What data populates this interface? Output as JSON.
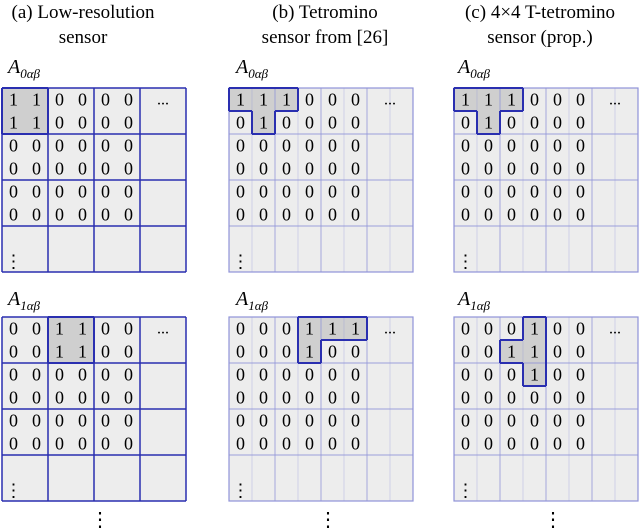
{
  "columns": [
    {
      "title_line1": "(a) Low-resolution",
      "title_line2": "sensor"
    },
    {
      "title_line1": "(b) Tetromino",
      "title_line2": "sensor from [26]"
    },
    {
      "title_line1": "(c) 4×4 T-tetromino",
      "title_line2": "sensor (prop.)"
    }
  ],
  "matrix_labels": [
    {
      "base": "A",
      "sub": "0αβ"
    },
    {
      "base": "A",
      "sub": "1αβ"
    }
  ],
  "ellipsis_h": "...",
  "ellipsis_v": "⋮",
  "panels": {
    "a0": [
      "1 1 0 0 0 0",
      "1 1 0 0 0 0",
      "0 0 0 0 0 0",
      "0 0 0 0 0 0",
      "0 0 0 0 0 0",
      "0 0 0 0 0 0"
    ],
    "a1": [
      "0 0 1 1 0 0",
      "0 0 1 1 0 0",
      "0 0 0 0 0 0",
      "0 0 0 0 0 0",
      "0 0 0 0 0 0",
      "0 0 0 0 0 0"
    ],
    "b0": [
      "1 1 1 0 0 0",
      "0 1 0 0 0 0",
      "0 0 0 0 0 0",
      "0 0 0 0 0 0",
      "0 0 0 0 0 0",
      "0 0 0 0 0 0"
    ],
    "b1": [
      "0 0 0 1 1 1",
      "0 0 0 1 0 0",
      "0 0 0 0 0 0",
      "0 0 0 0 0 0",
      "0 0 0 0 0 0",
      "0 0 0 0 0 0"
    ],
    "c0": [
      "1 1 1 0 0 0",
      "0 1 0 0 0 0",
      "0 0 0 0 0 0",
      "0 0 0 0 0 0",
      "0 0 0 0 0 0",
      "0 0 0 0 0 0"
    ],
    "c1": [
      "0 0 0 1 0 0",
      "0 0 1 1 0 0",
      "0 0 0 1 0 0",
      "0 0 0 0 0 0",
      "0 0 0 0 0 0",
      "0 0 0 0 0 0"
    ]
  },
  "colors": {
    "grid_strong": "#2a2fb0",
    "grid_light": "#8f93d8",
    "cell_bg": "#ededed",
    "active_fill": "#cfcfcf"
  }
}
